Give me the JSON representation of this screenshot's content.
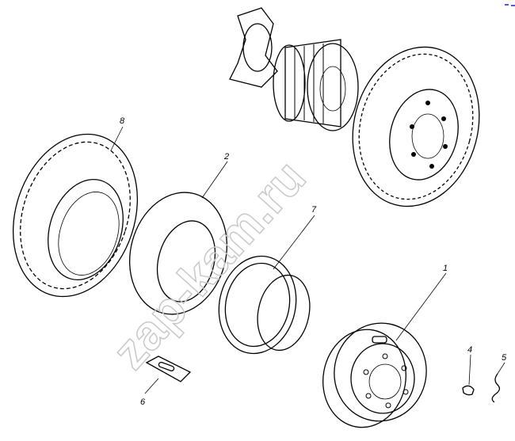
{
  "diagram": {
    "watermark": "zap-kam.ru",
    "callouts": [
      {
        "id": "1",
        "part": "wheel-disc"
      },
      {
        "id": "2",
        "part": "inner-tube"
      },
      {
        "id": "4",
        "part": "nut"
      },
      {
        "id": "5",
        "part": "spring-clip"
      },
      {
        "id": "6",
        "part": "valve-patch"
      },
      {
        "id": "7",
        "part": "rim-flap-ring"
      },
      {
        "id": "8",
        "part": "tire"
      }
    ]
  },
  "colors": {
    "line": "#000000",
    "watermark": "#c8c8c8",
    "corner_mark": "#5555ee"
  }
}
